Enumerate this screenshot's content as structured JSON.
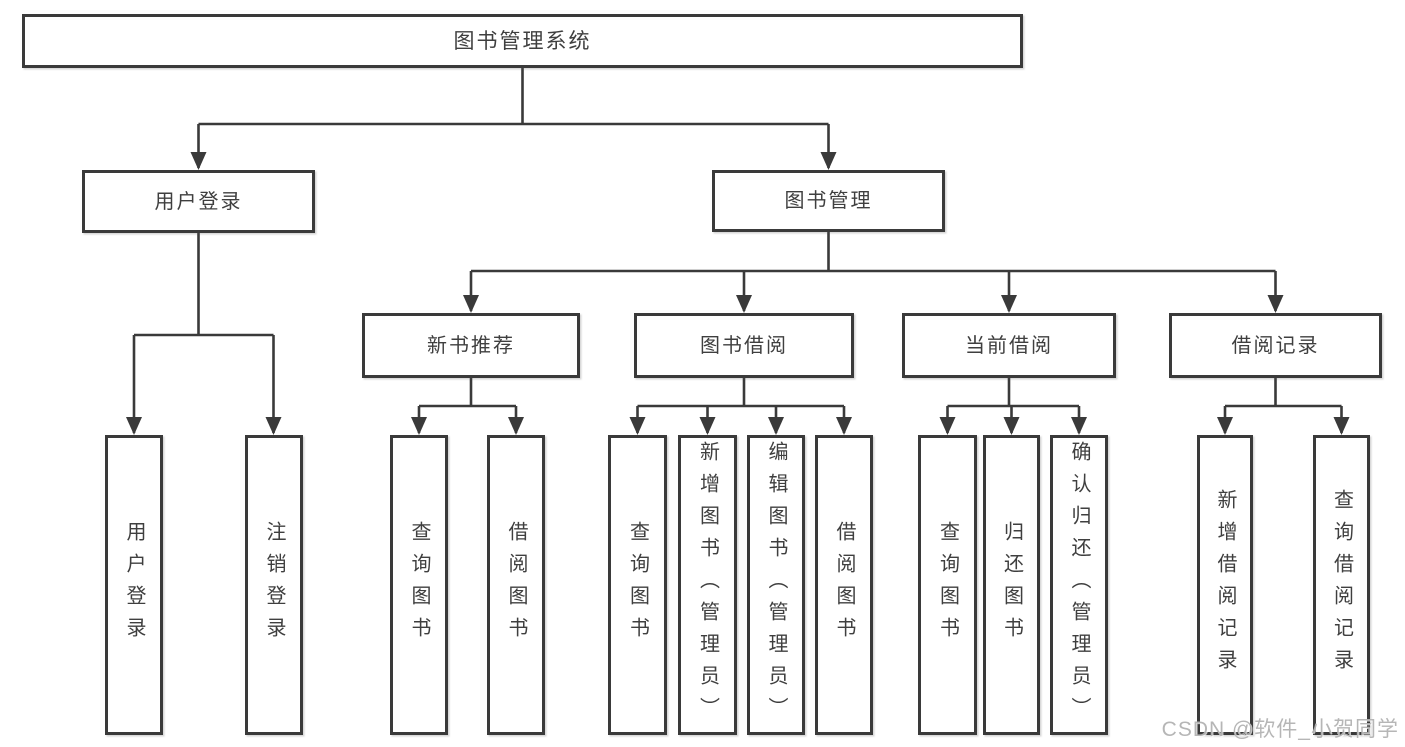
{
  "diagram_type": "hierarchy-tree",
  "tree": {
    "label": "图书管理系统",
    "children": [
      {
        "label": "用户登录",
        "children": [
          {
            "label": "用户登录"
          },
          {
            "label": "注销登录"
          }
        ]
      },
      {
        "label": "图书管理",
        "children": [
          {
            "label": "新书推荐",
            "children": [
              {
                "label": "查询图书"
              },
              {
                "label": "借阅图书"
              }
            ]
          },
          {
            "label": "图书借阅",
            "children": [
              {
                "label": "查询图书"
              },
              {
                "label": "新增图书（管理员）"
              },
              {
                "label": "编辑图书（管理员）"
              },
              {
                "label": "借阅图书"
              }
            ]
          },
          {
            "label": "当前借阅",
            "children": [
              {
                "label": "查询图书"
              },
              {
                "label": "归还图书"
              },
              {
                "label": "确认归还（管理员）"
              }
            ]
          },
          {
            "label": "借阅记录",
            "children": [
              {
                "label": "新增借阅记录"
              },
              {
                "label": "查询借阅记录"
              }
            ]
          }
        ]
      }
    ]
  },
  "watermark": "CSDN @软件_小贺同学",
  "colors": {
    "line": "#3a3a3a",
    "text": "#3f3f3f",
    "background": "#ffffff",
    "watermark": "#b2b2b2"
  }
}
